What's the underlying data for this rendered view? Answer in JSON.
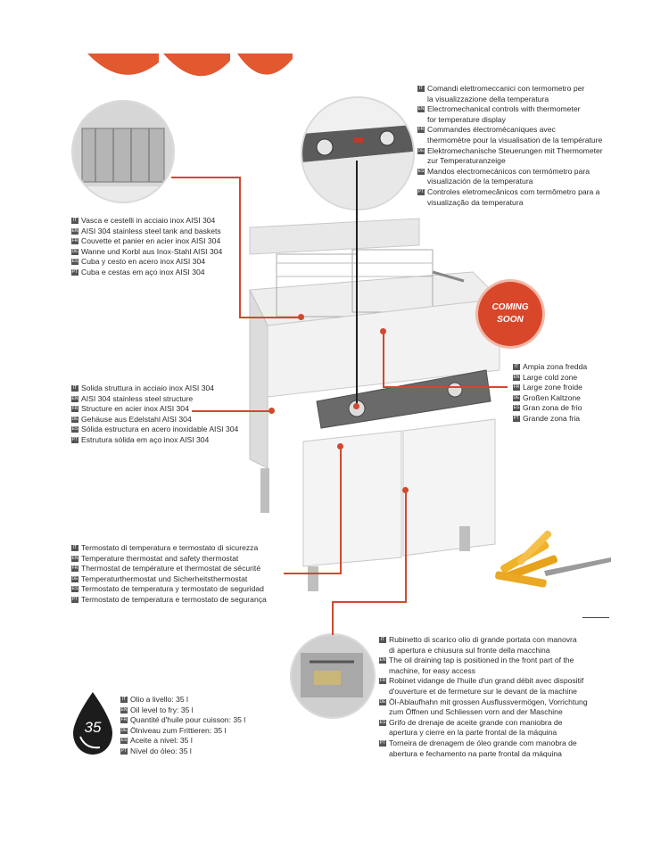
{
  "badge": {
    "line1": "COMING",
    "line2": "SOON"
  },
  "oil_level_icon": {
    "value": "35"
  },
  "features": {
    "controls": [
      {
        "flag": "IT",
        "lines": [
          "Comandi elettromeccanici con termometro per",
          "la visualizzazione della temperatura"
        ]
      },
      {
        "flag": "EN",
        "lines": [
          "Electromechanical controls with thermometer",
          "for temperature display"
        ]
      },
      {
        "flag": "FR",
        "lines": [
          "Commandes électromécaniques avec",
          "thermomètre pour la visualisation de la température"
        ]
      },
      {
        "flag": "DE",
        "lines": [
          "Elektromechanische Steuerungen mit Thermometer",
          "zur Temperaturanzeige"
        ]
      },
      {
        "flag": "ES",
        "lines": [
          "Mandos electromecánicos con termómetro para",
          "visualización de la temperatura"
        ]
      },
      {
        "flag": "PT",
        "lines": [
          "Controles eletromecânicos com termômetro para a",
          "visualização da temperatura"
        ]
      }
    ],
    "tank": [
      {
        "flag": "IT",
        "lines": [
          "Vasca e cestelli in acciaio inox AISI 304"
        ]
      },
      {
        "flag": "EN",
        "lines": [
          "AISI 304 stainless steel tank and baskets"
        ]
      },
      {
        "flag": "FR",
        "lines": [
          "Couvette et panier en acier inox AISI 304"
        ]
      },
      {
        "flag": "DE",
        "lines": [
          "Wanne und Korbl aus Inox-Stahl AISI 304"
        ]
      },
      {
        "flag": "ES",
        "lines": [
          "Cuba y cesto en acero inox AISI 304"
        ]
      },
      {
        "flag": "PT",
        "lines": [
          "Cuba e cestas em aço inox AISI 304"
        ]
      }
    ],
    "cold_zone": [
      {
        "flag": "IT",
        "lines": [
          "Ampia zona fredda"
        ]
      },
      {
        "flag": "EN",
        "lines": [
          "Large cold zone"
        ]
      },
      {
        "flag": "FR",
        "lines": [
          "Large zone froide"
        ]
      },
      {
        "flag": "DE",
        "lines": [
          "Großen Kaltzone"
        ]
      },
      {
        "flag": "ES",
        "lines": [
          "Gran zona de frio"
        ]
      },
      {
        "flag": "PT",
        "lines": [
          "Grande zona fria"
        ]
      }
    ],
    "structure": [
      {
        "flag": "IT",
        "lines": [
          "Solida struttura in acciaio inox AISI 304"
        ]
      },
      {
        "flag": "EN",
        "lines": [
          "AISI 304 stainless steel structure"
        ]
      },
      {
        "flag": "FR",
        "lines": [
          "Structure en acier inox AISI 304"
        ]
      },
      {
        "flag": "DE",
        "lines": [
          "Gehäuse aus Edelstahl AISI 304"
        ]
      },
      {
        "flag": "ES",
        "lines": [
          "Sólida estructura en acero inoxidable AISI 304"
        ]
      },
      {
        "flag": "PT",
        "lines": [
          "Estrutura sólida em aço inox AISI 304"
        ]
      }
    ],
    "thermostat": [
      {
        "flag": "IT",
        "lines": [
          "Termostato di temperatura e termostato di sicurezza"
        ]
      },
      {
        "flag": "EN",
        "lines": [
          "Temperature thermostat and safety thermostat"
        ]
      },
      {
        "flag": "FR",
        "lines": [
          "Thermostat de température et thermostat de sécurité"
        ]
      },
      {
        "flag": "DE",
        "lines": [
          "Temperaturthermostat und Sicherheitsthermostat"
        ]
      },
      {
        "flag": "ES",
        "lines": [
          "Termostato de temperatura y termostato de seguridad"
        ]
      },
      {
        "flag": "PT",
        "lines": [
          "Termostato de temperatura e termostato de segurança"
        ]
      }
    ],
    "drain_tap": [
      {
        "flag": "IT",
        "lines": [
          "Rubinetto di scarico olio di grande portata con manovra",
          "di apertura e chiusura sul fronte della macchina"
        ]
      },
      {
        "flag": "EN",
        "lines": [
          "The oil draining tap is positioned in the front part of the",
          "machine, for easy access"
        ]
      },
      {
        "flag": "FR",
        "lines": [
          "Robinet vidange de l'huile d'un grand débit avec dispositif",
          "d'ouverture et de fermeture sur le devant de la machine"
        ]
      },
      {
        "flag": "DE",
        "lines": [
          "Öl-Ablaufhahn mit grossen Ausflussvermögen, Vorrichtung",
          "zum Öffnen und Schliessen vorn and der Maschine"
        ]
      },
      {
        "flag": "ES",
        "lines": [
          "Grifo de drenaje de aceite grande con maniobra de",
          "apertura y cierre en la parte frontal de la máquina"
        ]
      },
      {
        "flag": "PT",
        "lines": [
          "Torneira de drenagem de óleo grande com manobra de",
          "abertura e fechamento na parte frontal da máquina"
        ]
      }
    ],
    "oil_level": [
      {
        "flag": "IT",
        "lines": [
          "Olio a livello: 35 l"
        ]
      },
      {
        "flag": "EN",
        "lines": [
          "Oil level to fry: 35 l"
        ]
      },
      {
        "flag": "FR",
        "lines": [
          "Quantité d'huile pour cuisson: 35 l"
        ]
      },
      {
        "flag": "DE",
        "lines": [
          "Ölniveau zum Frittieren: 35 l"
        ]
      },
      {
        "flag": "ES",
        "lines": [
          "Aceite a nivel: 35 l"
        ]
      },
      {
        "flag": "PT",
        "lines": [
          "Nível do óleo: 35 l"
        ]
      }
    ]
  }
}
